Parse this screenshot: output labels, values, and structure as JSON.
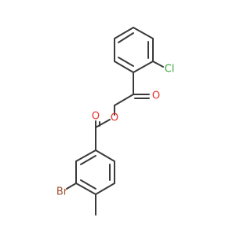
{
  "molecule": {
    "atoms": {
      "chlorine": {
        "symbol": "Cl",
        "color": "#3aa33a"
      },
      "ketone_oxygen": {
        "symbol": "O",
        "color": "#e8322a"
      },
      "ester_oxygen": {
        "symbol": "O",
        "color": "#e8322a"
      },
      "carbonyl_oxygen": {
        "symbol": "O",
        "color": "#e8322a"
      },
      "bromine": {
        "symbol": "Br",
        "color": "#a0522d"
      }
    },
    "bond_color": "#3a3a3a"
  }
}
